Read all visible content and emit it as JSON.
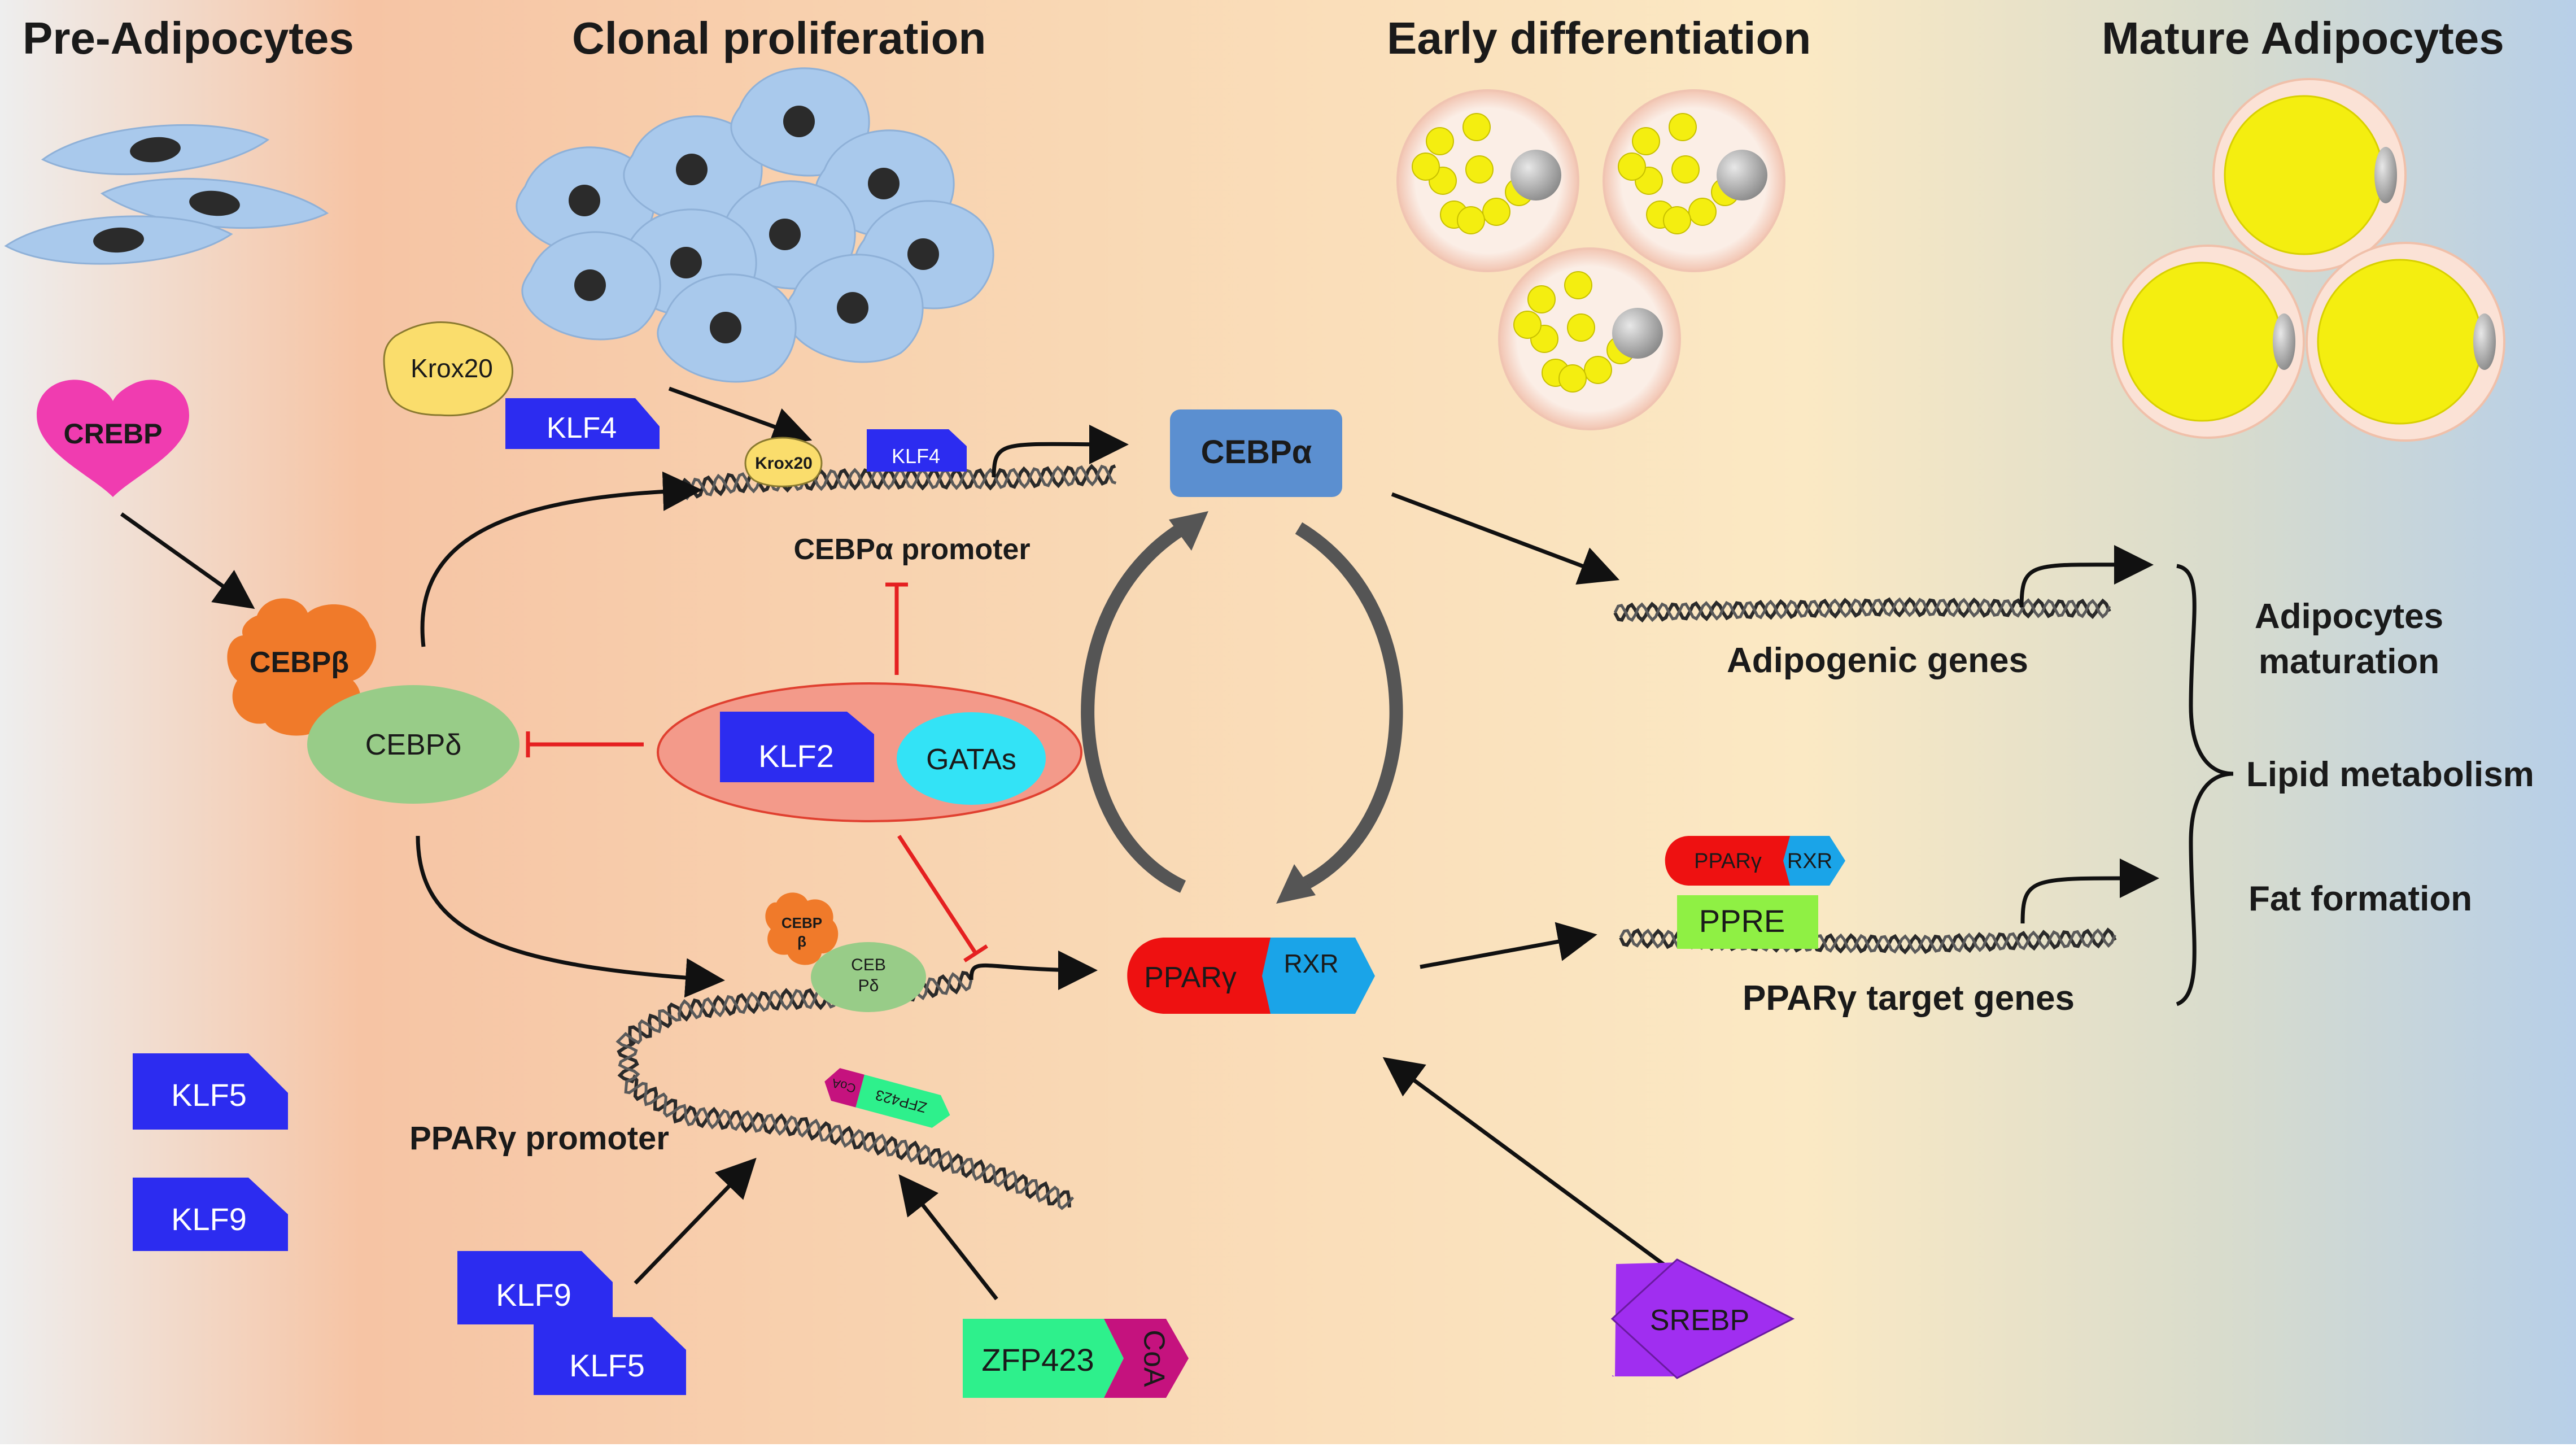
{
  "stages": {
    "pre_adipocytes": "Pre-Adipocytes",
    "clonal_proliferation": "Clonal proliferation",
    "early_differentiation": "Early differentiation",
    "mature_adipocytes": "Mature Adipocytes"
  },
  "factors": {
    "crebp": "CREBP",
    "krox20": "Krox20",
    "klf4": "KLF4",
    "krox20_bound": "Krox20",
    "klf4_bound": "KLF4",
    "cebpb": "CEBPβ",
    "cebpd": "CEBPδ",
    "klf2": "KLF2",
    "gatas": "GATAs",
    "cebpa": "CEBPα",
    "ppary": "PPARγ",
    "rxr": "RXR",
    "cebpb_small_1": "CEBP",
    "cebpb_small_2": "β",
    "cebpd_small_1": "CEB",
    "cebpd_small_2": "Pδ",
    "klf5_left": "KLF5",
    "klf9_left": "KLF9",
    "klf9_bottom": "KLF9",
    "klf5_bottom": "KLF5",
    "zfp423": "ZFP423",
    "coa": "CoA",
    "zfp423_bound": "ZFP423",
    "coa_bound": "CoA",
    "srebp": "SREBP",
    "ppary_rxr_ppary": "PPARγ",
    "ppary_rxr_rxr": "RXR",
    "ppre": "PPRE"
  },
  "labels": {
    "cebpa_promoter": "CEBPα promoter",
    "ppary_promoter": "PPARγ promoter",
    "adipogenic_genes": "Adipogenic genes",
    "ppary_target_genes": "PPARγ target genes"
  },
  "outcomes": {
    "adipocytes_maturation_1": "Adipocytes",
    "adipocytes_maturation_2": "maturation",
    "lipid_metabolism": "Lipid metabolism",
    "fat_formation": "Fat formation"
  },
  "colors": {
    "klf_blue": "#2c2cf0",
    "cebpa_blue": "#5b8fd0",
    "ppary_red": "#ee1111",
    "rxr_cyan": "#1aa4e8",
    "cebpb_orange": "#f07a2a",
    "cebpd_green": "#98cc88",
    "crebp_pink": "#f03cb0",
    "krox20_yellow": "#fadd6c",
    "gatas_cyan": "#33e3f6",
    "klf2_oval": "#f39a8a",
    "zfp423_green": "#2ef08c",
    "coa_magenta": "#c5127e",
    "srebp_purple": "#a02ef0",
    "ppre_green": "#8ff044",
    "inhibit_red": "#e52020",
    "fat_yellow": "#f4ee10",
    "cell_blue": "#a9c9ec"
  }
}
